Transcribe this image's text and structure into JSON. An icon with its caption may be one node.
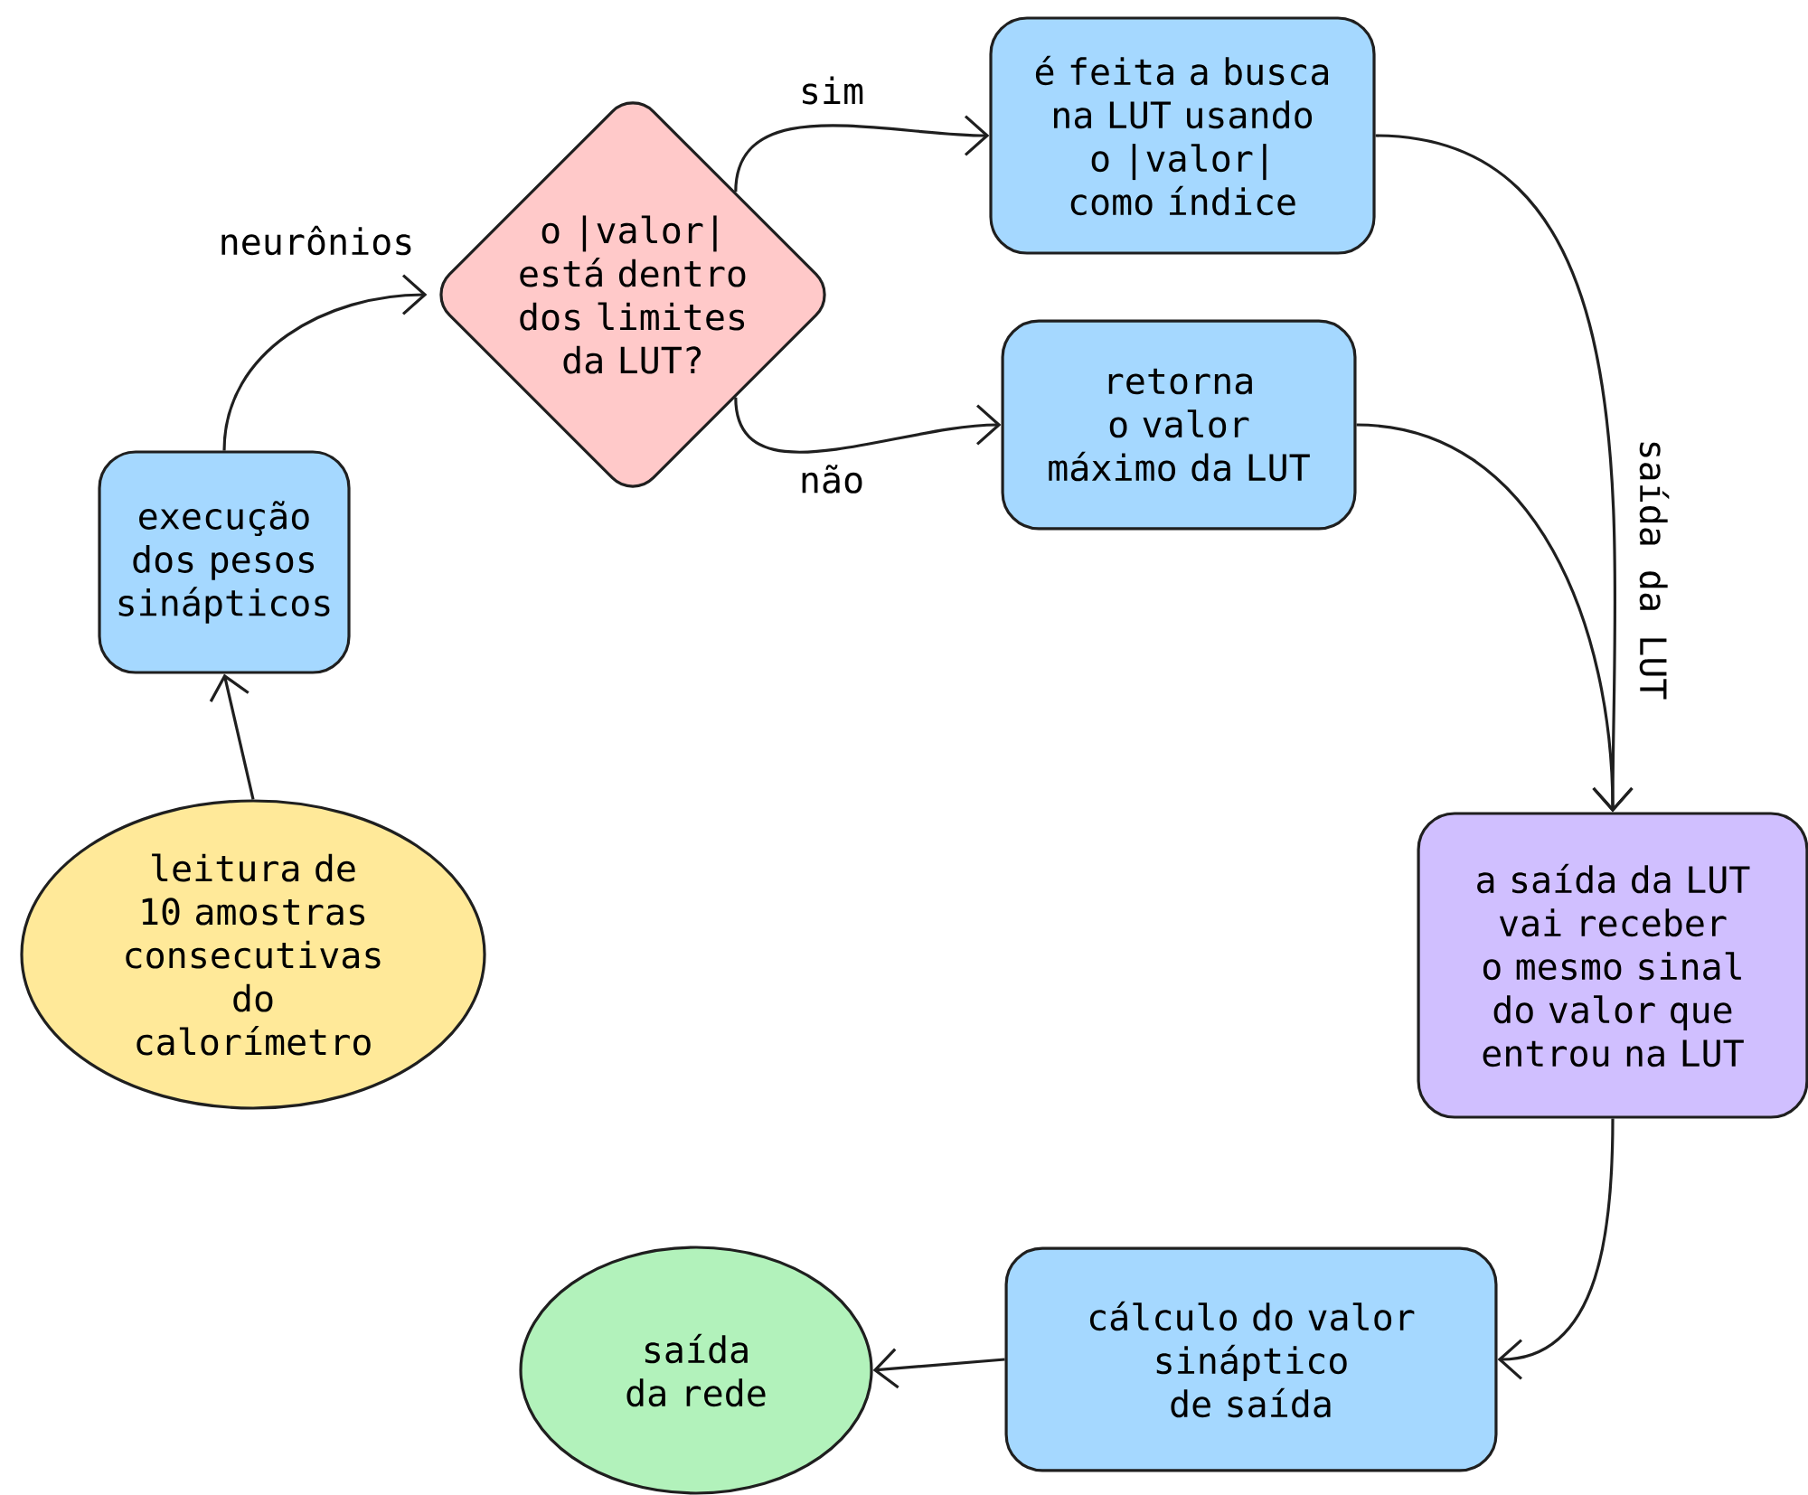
{
  "diagram": {
    "nodes": [
      {
        "text": [
          "leitura de 10 amostras consecutivas do calorímetro"
        ]
      },
      {
        "text": [
          "execução dos pesos sinápticos"
        ]
      },
      {
        "text": [
          "o |valor| está dentro dos limites da LUT?"
        ]
      },
      {
        "text": [
          "é feita a busca na LUT usando o |valor| como índice"
        ]
      },
      {
        "text": [
          "retorna o valor máximo da LUT"
        ]
      },
      {
        "text": [
          "a saída da LUT vai receber o mesmo sinal do valor que entrou na LUT"
        ]
      },
      {
        "text": [
          "cálculo do valor sináptico de saída"
        ]
      },
      {
        "text": [
          "saída da rede"
        ]
      }
    ],
    "edges": [
      {
        "from": 0,
        "to": 1,
        "arrow": "to"
      },
      {
        "from": 1,
        "to": 2,
        "arrow": "to",
        "label": "neurônios"
      },
      {
        "from": 2,
        "to": 3,
        "arrow": "to",
        "label": "sim"
      },
      {
        "from": 2,
        "to": 4,
        "arrow": "to",
        "label": "não"
      },
      {
        "from": 3,
        "to": 5,
        "arrow": "to",
        "label": "saída da LUT"
      },
      {
        "from": 4,
        "to": 5,
        "arrow": "to"
      },
      {
        "from": 5,
        "to": 6,
        "arrow": "to"
      },
      {
        "from": 6,
        "to": 7,
        "arrow": "to"
      }
    ]
  }
}
